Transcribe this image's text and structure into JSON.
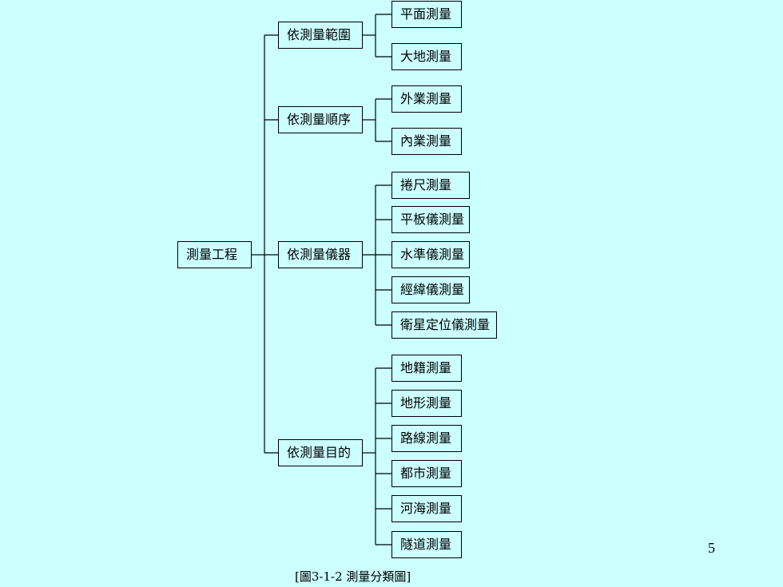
{
  "diagram": {
    "root": "測量工程",
    "groups": [
      {
        "label": "依測量範圍",
        "children": [
          "平面測量",
          "大地測量"
        ]
      },
      {
        "label": "依測量順序",
        "children": [
          "外業測量",
          "內業測量"
        ]
      },
      {
        "label": "依測量儀器",
        "children": [
          "捲尺測量",
          "平板儀測量",
          "水準儀測量",
          "經緯儀測量",
          "衛星定位儀測量"
        ]
      },
      {
        "label": "依測量目的",
        "children": [
          "地籍測量",
          "地形測量",
          "路線測量",
          "都市測量",
          "河海測量",
          "隧道測量"
        ]
      }
    ]
  },
  "page_number": "5",
  "caption": "[圖3-1-2  測量分類圖]",
  "colors": {
    "background": "#ccffff",
    "line": "#000000"
  }
}
